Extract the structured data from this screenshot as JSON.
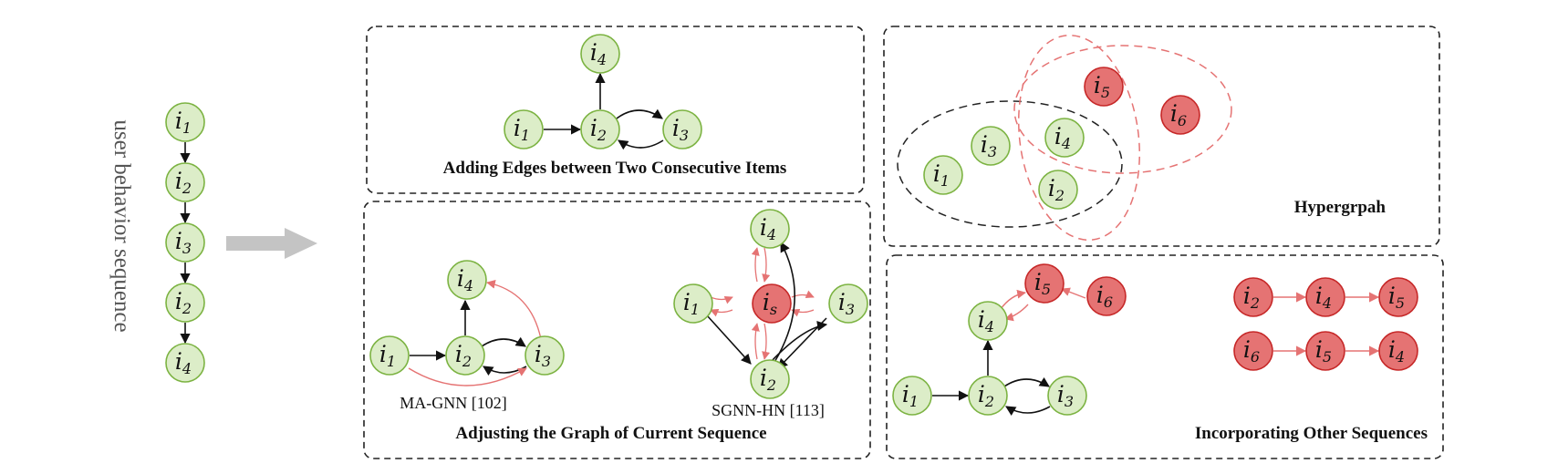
{
  "sequence": {
    "title": "user behavior sequence",
    "nodes": [
      {
        "base": "i",
        "sub": "1"
      },
      {
        "base": "i",
        "sub": "2"
      },
      {
        "base": "i",
        "sub": "3"
      },
      {
        "base": "i",
        "sub": "2"
      },
      {
        "base": "i",
        "sub": "4"
      }
    ]
  },
  "panels": {
    "consecutive": {
      "caption": "Adding Edges between Two Consecutive Items"
    },
    "adjusting": {
      "caption": "Adjusting the Graph of Current Sequence",
      "method_left": "MA-GNN [102]",
      "method_right": "SGNN-HN [113]"
    },
    "hypergraph": {
      "caption": "Hypergrpah"
    },
    "other_sequences": {
      "caption": "Incorporating Other Sequences"
    }
  },
  "labels": {
    "i1": {
      "base": "i",
      "sub": "1"
    },
    "i2": {
      "base": "i",
      "sub": "2"
    },
    "i3": {
      "base": "i",
      "sub": "3"
    },
    "i4": {
      "base": "i",
      "sub": "4"
    },
    "i5": {
      "base": "i",
      "sub": "5"
    },
    "i6": {
      "base": "i",
      "sub": "6"
    },
    "is": {
      "base": "i",
      "sub": "s"
    }
  },
  "colors": {
    "green_fill": "#dcedc8",
    "green_stroke": "#7cb342",
    "red_fill": "#e57373",
    "red_stroke": "#c62828",
    "edge_black": "#111111",
    "edge_red": "#e57373",
    "arrow_gray": "#c4c4c4",
    "panel_border": "#222222"
  }
}
